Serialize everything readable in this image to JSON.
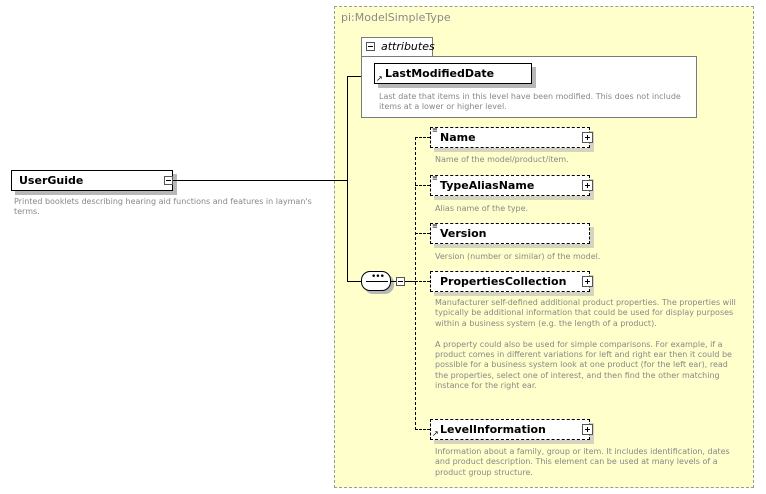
{
  "type_label": "pi:ModelSimpleType",
  "attributes_label": "attributes",
  "root": {
    "name": "UserGuide",
    "doc": [
      "Printed booklets describing hearing aid functions and features in layman's",
      "terms."
    ]
  },
  "attribute": {
    "name": "LastModifiedDate",
    "doc": [
      "Last date that items in this level have been modified. This does not include",
      "items at a lower or higher level."
    ]
  },
  "children": [
    {
      "name": "Name",
      "doc": [
        "Name of the model/product/item."
      ]
    },
    {
      "name": "TypeAliasName",
      "doc": [
        "Alias name of the type."
      ]
    },
    {
      "name": "Version",
      "doc": [
        "Version (number or similar) of the model."
      ]
    },
    {
      "name": "PropertiesCollection",
      "doc": [
        "Manufacturer self-defined additional product properties.  The properties will",
        "typically be additional information that could be used for display purposes",
        "within a business system (e.g. the length of a product).",
        "",
        "A property could also be used for simple comparisons.  For example, if a",
        "product comes in different variations for left and right ear then it could be",
        "possible for a business system look at one product (for the left ear), read",
        "the properties, select one of interest, and then find the other matching",
        "instance for the right ear."
      ]
    },
    {
      "name": "LevelInformation",
      "doc": [
        "Information about a family, group or item. It includes identification, dates",
        "and product description. This element can be used at many levels of a",
        "product group structure."
      ]
    }
  ]
}
